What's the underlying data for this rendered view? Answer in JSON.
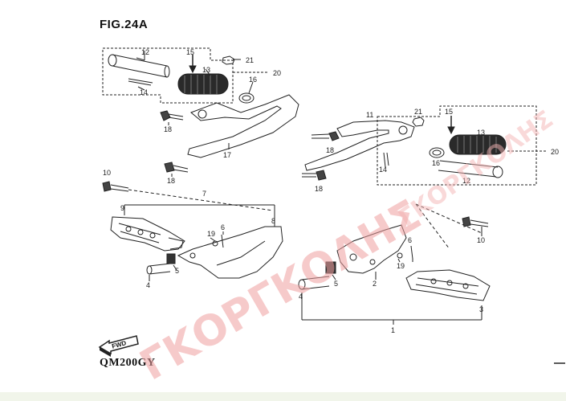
{
  "figure": {
    "title": "FIG.24A",
    "model": "QM200GY",
    "fwd_label": "FWD"
  },
  "watermark": {
    "main": "ΓΚΟΡΓΚΟΛΗΣ",
    "corner": "ΓΚΟΡΓΚΟΛΗΣ"
  },
  "callouts": {
    "c1": "1",
    "c2": "2",
    "c3": "3",
    "c4a": "4",
    "c4b": "4",
    "c5a": "5",
    "c5b": "5",
    "c6a": "6",
    "c6b": "6",
    "c7": "7",
    "c8": "8",
    "c9": "9",
    "c10a": "10",
    "c10b": "10",
    "c11": "11",
    "c12a": "12",
    "c12b": "12",
    "c13a": "13",
    "c13b": "13",
    "c14a": "14",
    "c14b": "14",
    "c15a": "15",
    "c15b": "15",
    "c16a": "16",
    "c16b": "16",
    "c17": "17",
    "c18a": "18",
    "c18b": "18",
    "c18c": "18",
    "c18d": "18",
    "c19a": "19",
    "c19b": "19",
    "c20a": "20",
    "c20b": "20",
    "c21a": "21",
    "c21b": "21"
  },
  "colors": {
    "line": "#222222",
    "watermark": "#f0a0a0",
    "bottom_bar": "#f1f5ea"
  }
}
